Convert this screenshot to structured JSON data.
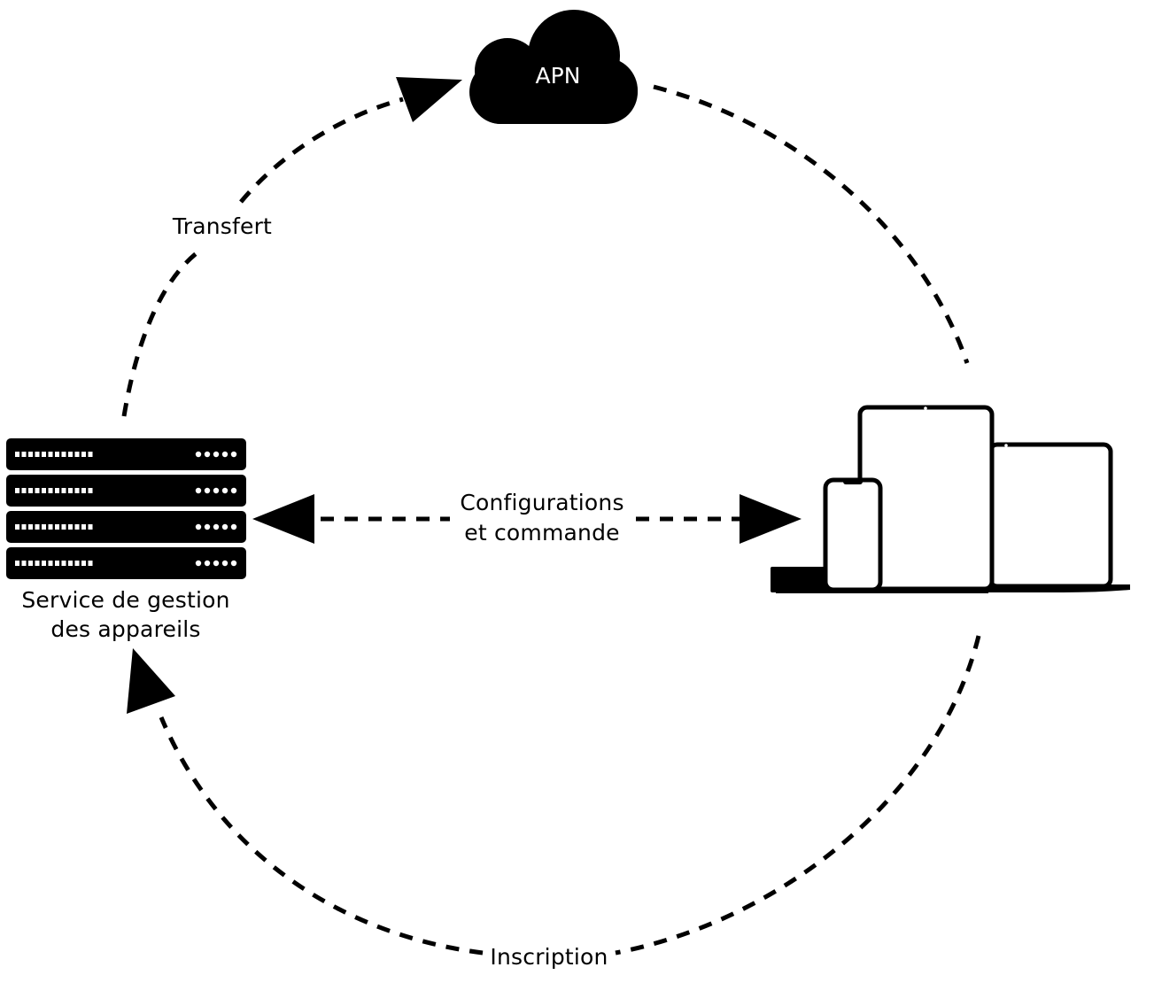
{
  "nodes": {
    "apn": {
      "label": "APN",
      "icon": "cloud-icon"
    },
    "server": {
      "label_line1": "Service de gestion",
      "label_line2": "des appareils",
      "icon": "server-rack-icon"
    },
    "devices": {
      "icon": "apple-devices-icon"
    }
  },
  "edges": {
    "transfer": {
      "label": "Transfert"
    },
    "config": {
      "label_line1": "Configurations",
      "label_line2": "et commande"
    },
    "enroll": {
      "label": "Inscription"
    }
  },
  "colors": {
    "ink": "#000000",
    "background": "#ffffff"
  }
}
